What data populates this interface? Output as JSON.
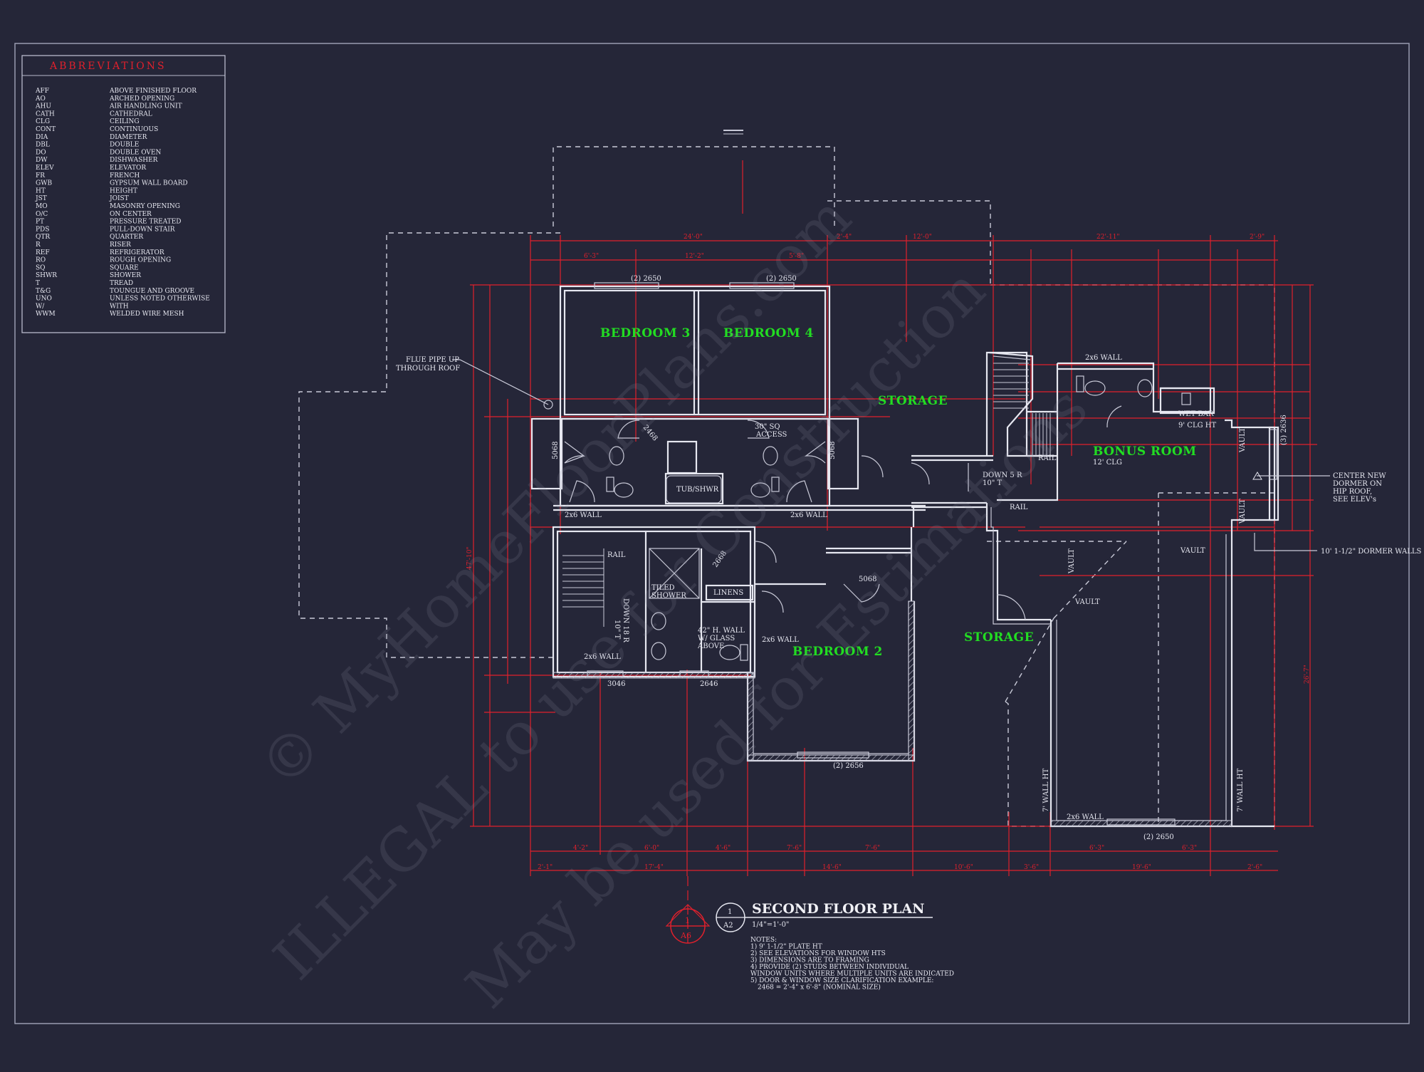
{
  "abbreviations": {
    "title": "ABBREVIATIONS",
    "items": [
      {
        "code": "AFF",
        "meaning": "ABOVE FINISHED FLOOR"
      },
      {
        "code": "AO",
        "meaning": "ARCHED OPENING"
      },
      {
        "code": "AHU",
        "meaning": "AIR HANDLING UNIT"
      },
      {
        "code": "CATH",
        "meaning": "CATHEDRAL"
      },
      {
        "code": "CLG",
        "meaning": "CEILING"
      },
      {
        "code": "CONT",
        "meaning": "CONTINUOUS"
      },
      {
        "code": "DIA",
        "meaning": "DIAMETER"
      },
      {
        "code": "DBL",
        "meaning": "DOUBLE"
      },
      {
        "code": "DO",
        "meaning": "DOUBLE OVEN"
      },
      {
        "code": "DW",
        "meaning": "DISHWASHER"
      },
      {
        "code": "ELEV",
        "meaning": "ELEVATOR"
      },
      {
        "code": "FR",
        "meaning": "FRENCH"
      },
      {
        "code": "GWB",
        "meaning": "GYPSUM WALL BOARD"
      },
      {
        "code": "HT",
        "meaning": "HEIGHT"
      },
      {
        "code": "JST",
        "meaning": "JOIST"
      },
      {
        "code": "MO",
        "meaning": "MASONRY OPENING"
      },
      {
        "code": "O/C",
        "meaning": "ON CENTER"
      },
      {
        "code": "PT",
        "meaning": "PRESSURE TREATED"
      },
      {
        "code": "PDS",
        "meaning": "PULL-DOWN STAIR"
      },
      {
        "code": "QTR",
        "meaning": "QUARTER"
      },
      {
        "code": "R",
        "meaning": "RISER"
      },
      {
        "code": "REF",
        "meaning": "REFRIGERATOR"
      },
      {
        "code": "RO",
        "meaning": "ROUGH OPENING"
      },
      {
        "code": "SQ",
        "meaning": "SQUARE"
      },
      {
        "code": "SHWR",
        "meaning": "SHOWER"
      },
      {
        "code": "T",
        "meaning": "TREAD"
      },
      {
        "code": "T&G",
        "meaning": "TOUNGUE AND GROOVE"
      },
      {
        "code": "UNO",
        "meaning": "UNLESS NOTED OTHERWISE"
      },
      {
        "code": "W/",
        "meaning": "WITH"
      },
      {
        "code": "WWM",
        "meaning": "WELDED WIRE MESH"
      }
    ]
  },
  "rooms": {
    "bedroom3": "BEDROOM 3",
    "bedroom4": "BEDROOM 4",
    "bedroom2": "BEDROOM 2",
    "storage_upper": "STORAGE",
    "storage_lower": "STORAGE",
    "bonus_room": "BONUS ROOM",
    "bonus_ceiling": "12' CLG"
  },
  "labels": {
    "flue_pipe_1": "FLUE PIPE UP",
    "flue_pipe_2": "THROUGH ROOF",
    "win_2650_left": "(2) 2650",
    "win_2650_right": "(2) 2650",
    "win_2656": "(2) 2656",
    "win_2650_bonus": "(2) 2650",
    "win_3046": "3046",
    "win_2646": "2646",
    "attic_access_1": "30\" SQ",
    "attic_access_2": "ACCESS",
    "tub_shwr": "TUB/SHWR",
    "wall_2x6_a": "2x6 WALL",
    "wall_2x6_b": "2x6 WALL",
    "wall_2x6_c": "2x6 WALL",
    "wall_2x6_d": "2x6 WALL",
    "wall_2x6_e": "2x6 WALL",
    "wall_2x6_f": "2x6 WALL",
    "rail_a": "RAIL",
    "rail_b": "RAIL",
    "rail_c": "RAIL",
    "tiled_shower_1": "TILED",
    "tiled_shower_2": "SHOWER",
    "linens": "LINENS",
    "glass_wall_1": "42\" H. WALL",
    "glass_wall_2": "W/ GLASS",
    "glass_wall_3": "ABOVE",
    "down_stair_1": "DOWN 18 R",
    "down_stair_2": "10\" T",
    "down_5r": "DOWN 5 R",
    "down_5r_t": "10\" T",
    "wet_bar": "WET BAR",
    "wet_bar_clg": "9' CLG HT",
    "vault_a": "VAULT",
    "vault_b": "VAULT",
    "vault_c": "VAULT",
    "vault_d": "VAULT",
    "vault_e": "VAULT",
    "dormer_1": "CENTER NEW",
    "dormer_2": "DORMER ON",
    "dormer_3": "HIP ROOF,",
    "dormer_4": "SEE ELEV's",
    "dormer_walls": "10' 1-1/2\" DORMER WALLS",
    "wall_ht_left": "7' WALL HT",
    "wall_ht_right": "7' WALL HT",
    "door_5068": "5068",
    "door_5068b": "5068",
    "door_5068c": "5068",
    "door_2468": "2468",
    "door_2668": "2668",
    "win_2636": "(3) 2636"
  },
  "plan_title": {
    "title": "SECOND FLOOR PLAN",
    "scale": "1/4\"=1'-0\"",
    "ref_num": "1",
    "ref_sheet": "A2",
    "section_num": "1",
    "section_sheet": "A6"
  },
  "notes": [
    "NOTES:",
    "1) 9' 1-1/2\" PLATE HT",
    "2) SEE ELEVATIONS FOR WINDOW HTS",
    "3) DIMENSIONS ARE TO FRAMING",
    "4) PROVIDE (2) STUDS BETWEEN INDIVIDUAL",
    "WINDOW UNITS WHERE MULTIPLE UNITS ARE INDICATED",
    "5) DOOR & WINDOW SIZE CLARIFICATION EXAMPLE:",
    "2468 = 2'-4\" x 6'-8\" (NOMINAL SIZE)"
  ],
  "dimensions": {
    "top_overall_a": "24'-0\"",
    "top_overall_b": "12'-0\"",
    "top_overall_c": "22'-11\"",
    "top_overall_d": "2'-9\"",
    "top_sub_a": "6'-3\"",
    "top_sub_b": "12'-2\"",
    "top_sub_c": "5'-8\"",
    "top_sub_d": "2'-4\"",
    "bot_a": "4'-2\"",
    "bot_b": "6'-0\"",
    "bot_c": "4'-6\"",
    "bot_d": "7'-6\"",
    "bot_e": "7'-6\"",
    "bot_f": "6'-3\"",
    "bot_g": "6'-3\"",
    "bot2_a": "2'-1\"",
    "bot2_b": "17'-4\"",
    "bot2_c": "14'-6\"",
    "bot2_d": "10'-6\"",
    "bot2_e": "3'-6\"",
    "bot2_f": "19'-6\"",
    "bot2_g": "2'-6\"",
    "left_overall": "47'-10\"",
    "right_overall": "26'-7\""
  },
  "watermark": {
    "line1": "© MyHomeFloorPlans.com",
    "line2": "ILLEGAL to use for Construction",
    "line3": "May be used for Estimations"
  }
}
